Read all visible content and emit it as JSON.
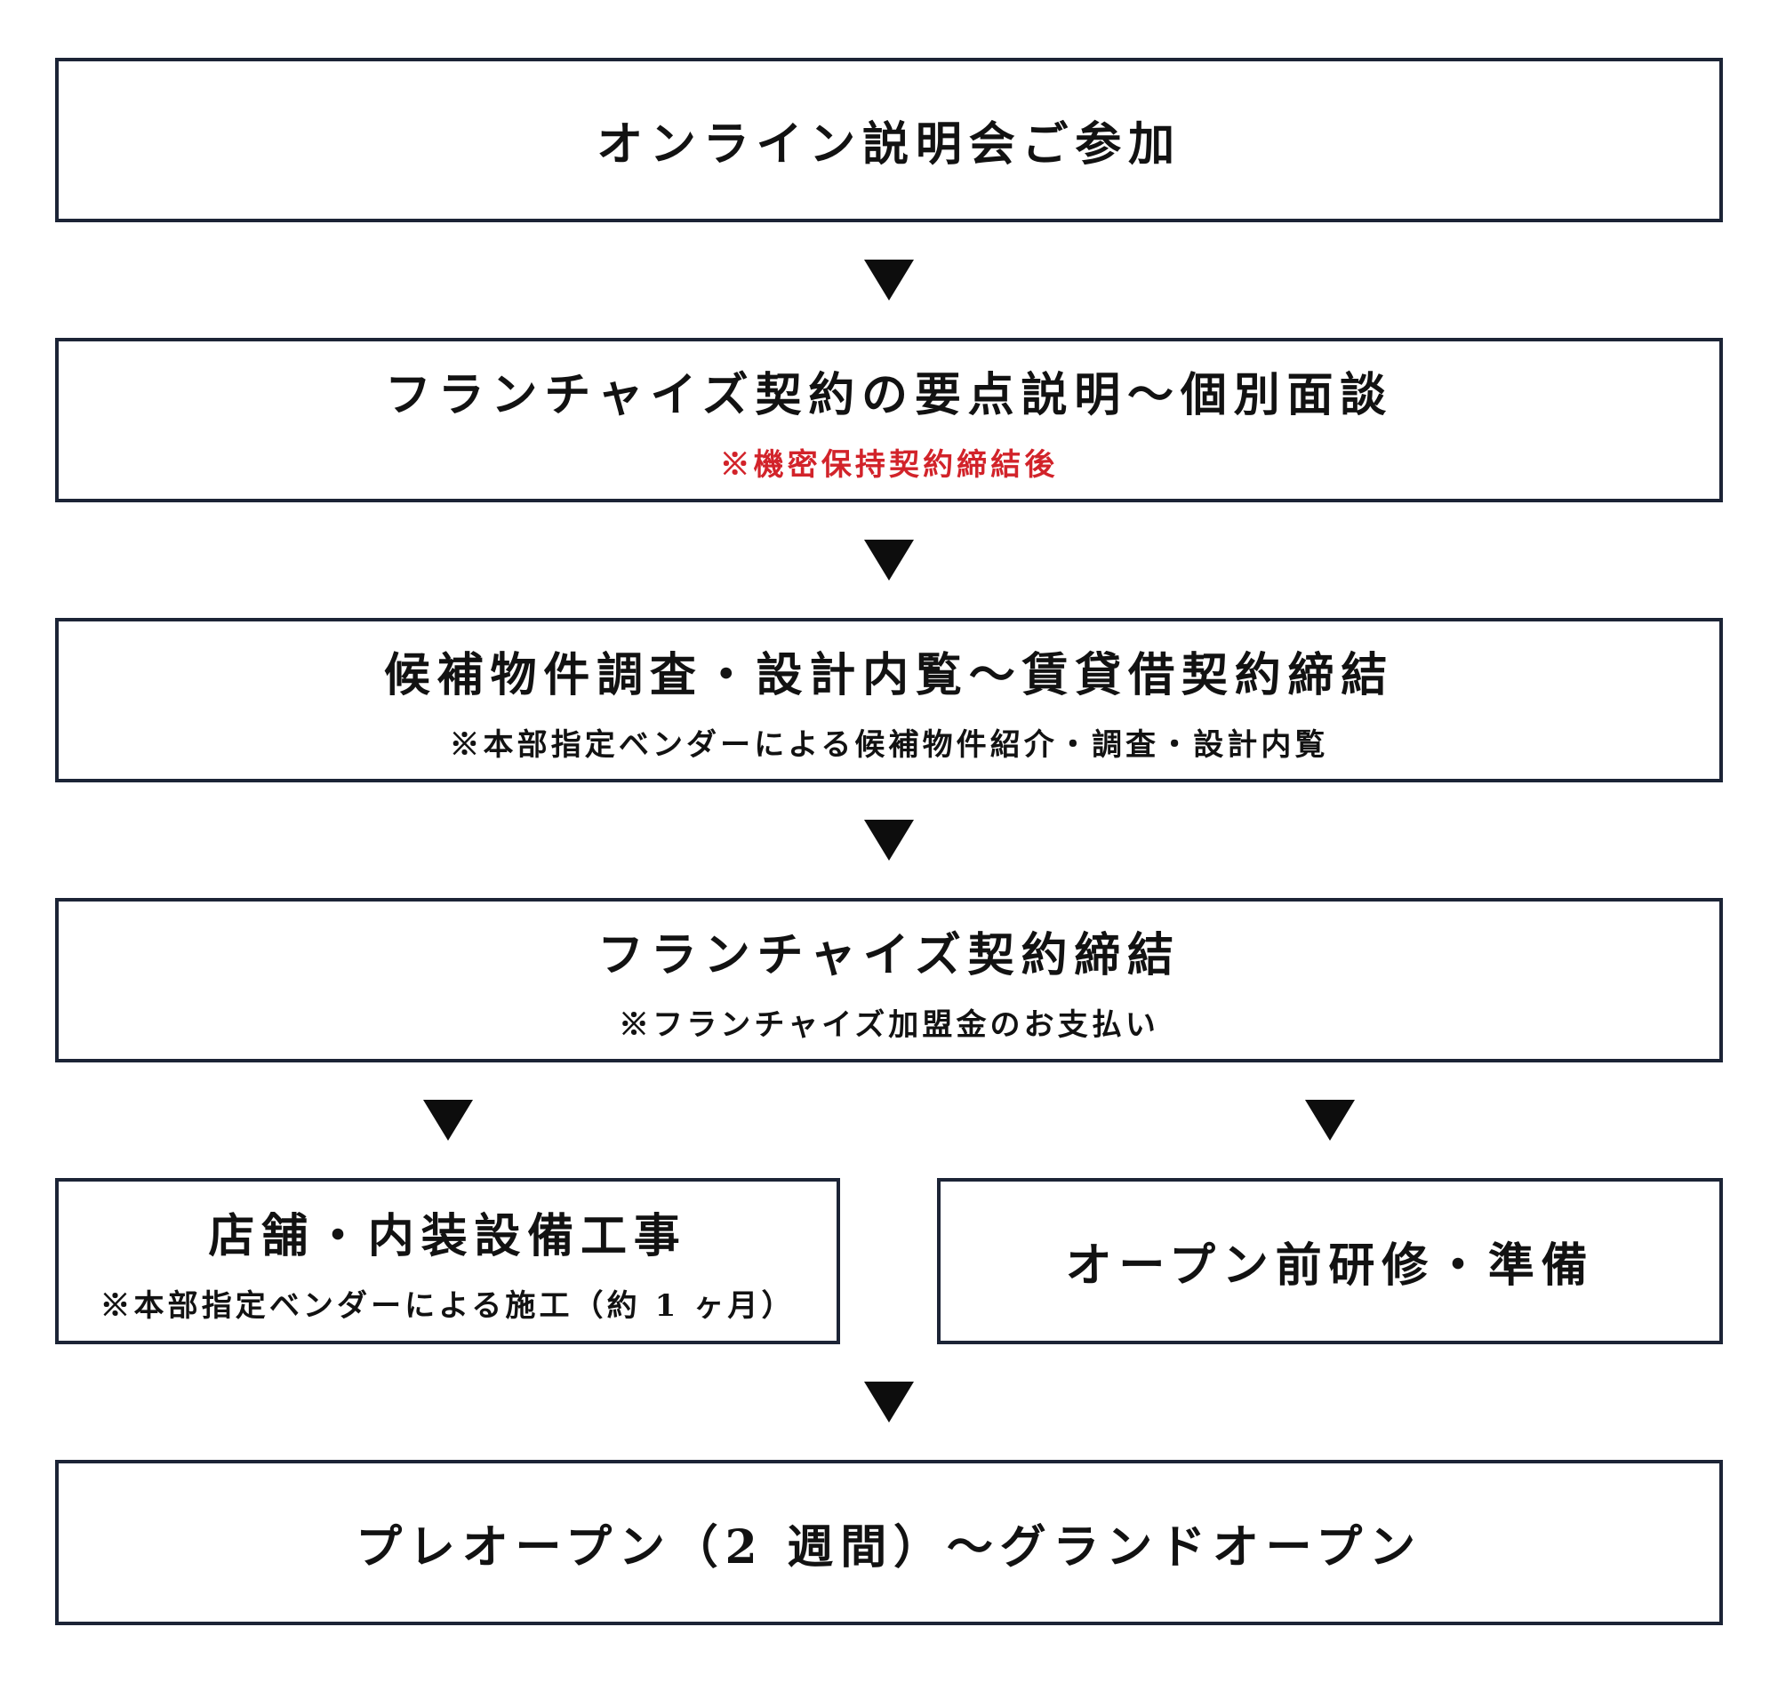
{
  "page": {
    "kind": "franchise-opening-flowchart",
    "colors": {
      "background": "#ffffff",
      "box_border": "#1c2436",
      "arrow": "#0d0d0d",
      "text": "#121212",
      "note_red": "#d2232a"
    }
  },
  "flow": {
    "step1": {
      "title": "オンライン説明会ご参加"
    },
    "step2": {
      "title": "フランチャイズ契約の要点説明～個別面談",
      "note": "※機密保持契約締結後"
    },
    "step3": {
      "title": "候補物件調査・設計内覧～賃貸借契約締結",
      "note": "※本部指定ベンダーによる候補物件紹介・調査・設計内覧"
    },
    "step4": {
      "title": "フランチャイズ契約締結",
      "note": "※フランチャイズ加盟金のお支払い"
    },
    "step5_left": {
      "title": "店舗・内装設備工事",
      "note": "※本部指定ベンダーによる施工（約 1 ヶ月）"
    },
    "step5_right": {
      "title": "オープン前研修・準備"
    },
    "step6": {
      "title": "プレオープン（2 週間）～グランドオープン"
    }
  }
}
